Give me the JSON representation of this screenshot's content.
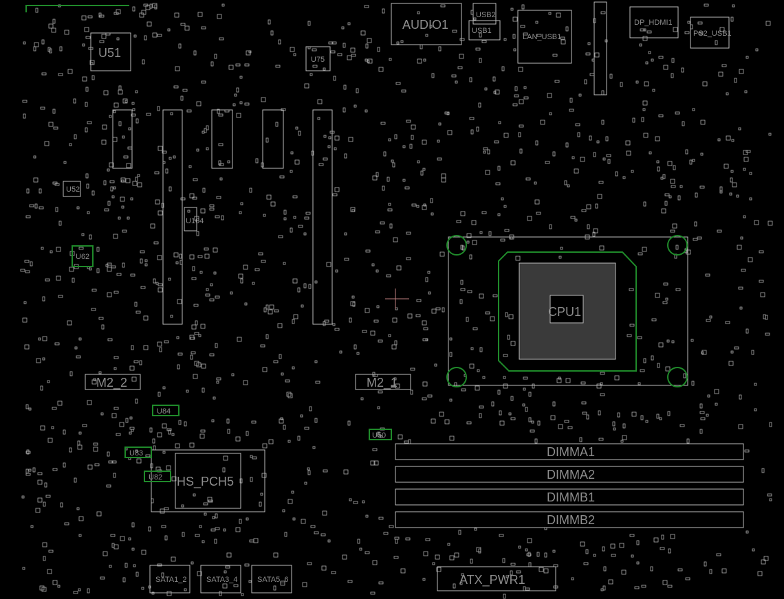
{
  "board_labels": {
    "audio": "AUDIO1",
    "usb2": "USB2",
    "usb1": "USB1",
    "lan": "LAN_USB1",
    "dp": "DP_HDMI1",
    "ps2": "PS2_USB1",
    "u51": "U51",
    "u52": "U52",
    "u62": "U62",
    "u75": "U75",
    "m2_2": "M2_2",
    "m2_1": "M2_1",
    "pch": "HS_PCH5",
    "cpu": "CPU1",
    "u84": "U84",
    "u83": "U83",
    "u82": "U82",
    "u50": "U50",
    "u104": "U104",
    "sata12": "SATA1_2",
    "sata34": "SATA3_4",
    "sata56": "SATA5_6",
    "atx": "ATX_PWR1",
    "dimma1": "DIMMA1",
    "dimma2": "DIMMA2",
    "dimmb1": "DIMMB1",
    "dimmb2": "DIMMB2"
  },
  "colors": {
    "outline": "#bdbdbd",
    "copper": "#1f8a2a",
    "via": "#1a8f8f",
    "background": "#000000"
  }
}
